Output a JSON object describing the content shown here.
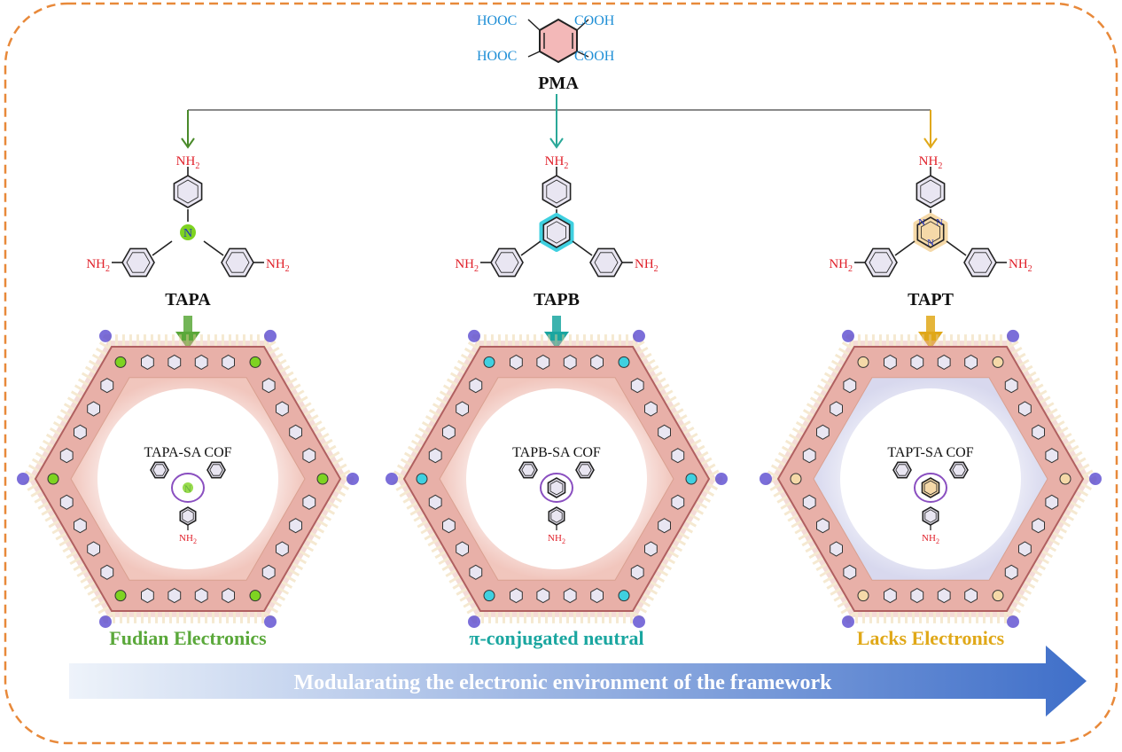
{
  "pma": {
    "groups": [
      "HOOC",
      "COOH",
      "HOOC",
      "COOH"
    ],
    "name": "PMA"
  },
  "columns": [
    {
      "monomer": "TAPA",
      "amine": "NH2",
      "core_atom": "N",
      "cof": "TAPA-SA COF",
      "property": "Fudian Electronics",
      "color": "#5aa83a"
    },
    {
      "monomer": "TAPB",
      "amine": "NH2",
      "core_atom": "",
      "cof": "TAPB-SA COF",
      "property": "π-conjugated neutral",
      "color": "#1aa6a0"
    },
    {
      "monomer": "TAPT",
      "amine": "NH2",
      "core_atom": "N",
      "cof": "TAPT-SA COF",
      "property": "Lacks Electronics",
      "color": "#e0a818"
    }
  ],
  "bottom_arrow": {
    "text": "Modularating the electronic environment of the  framework",
    "start_color": "#eef3fa",
    "end_color": "#3f6fc9"
  },
  "colors": {
    "frame": "#e8893a",
    "connector": "#8a8a8a",
    "amine": "#e0202a",
    "acid": "#1f8fd6",
    "pma_ring": "#f3b8b8",
    "tapa_core": "#7ed321",
    "tapb_core": "#3fd0e0",
    "tapt_core": "#f5d9a8",
    "cof_body": "#e8b0a8",
    "ring_highlight": "#8a4fc0"
  }
}
